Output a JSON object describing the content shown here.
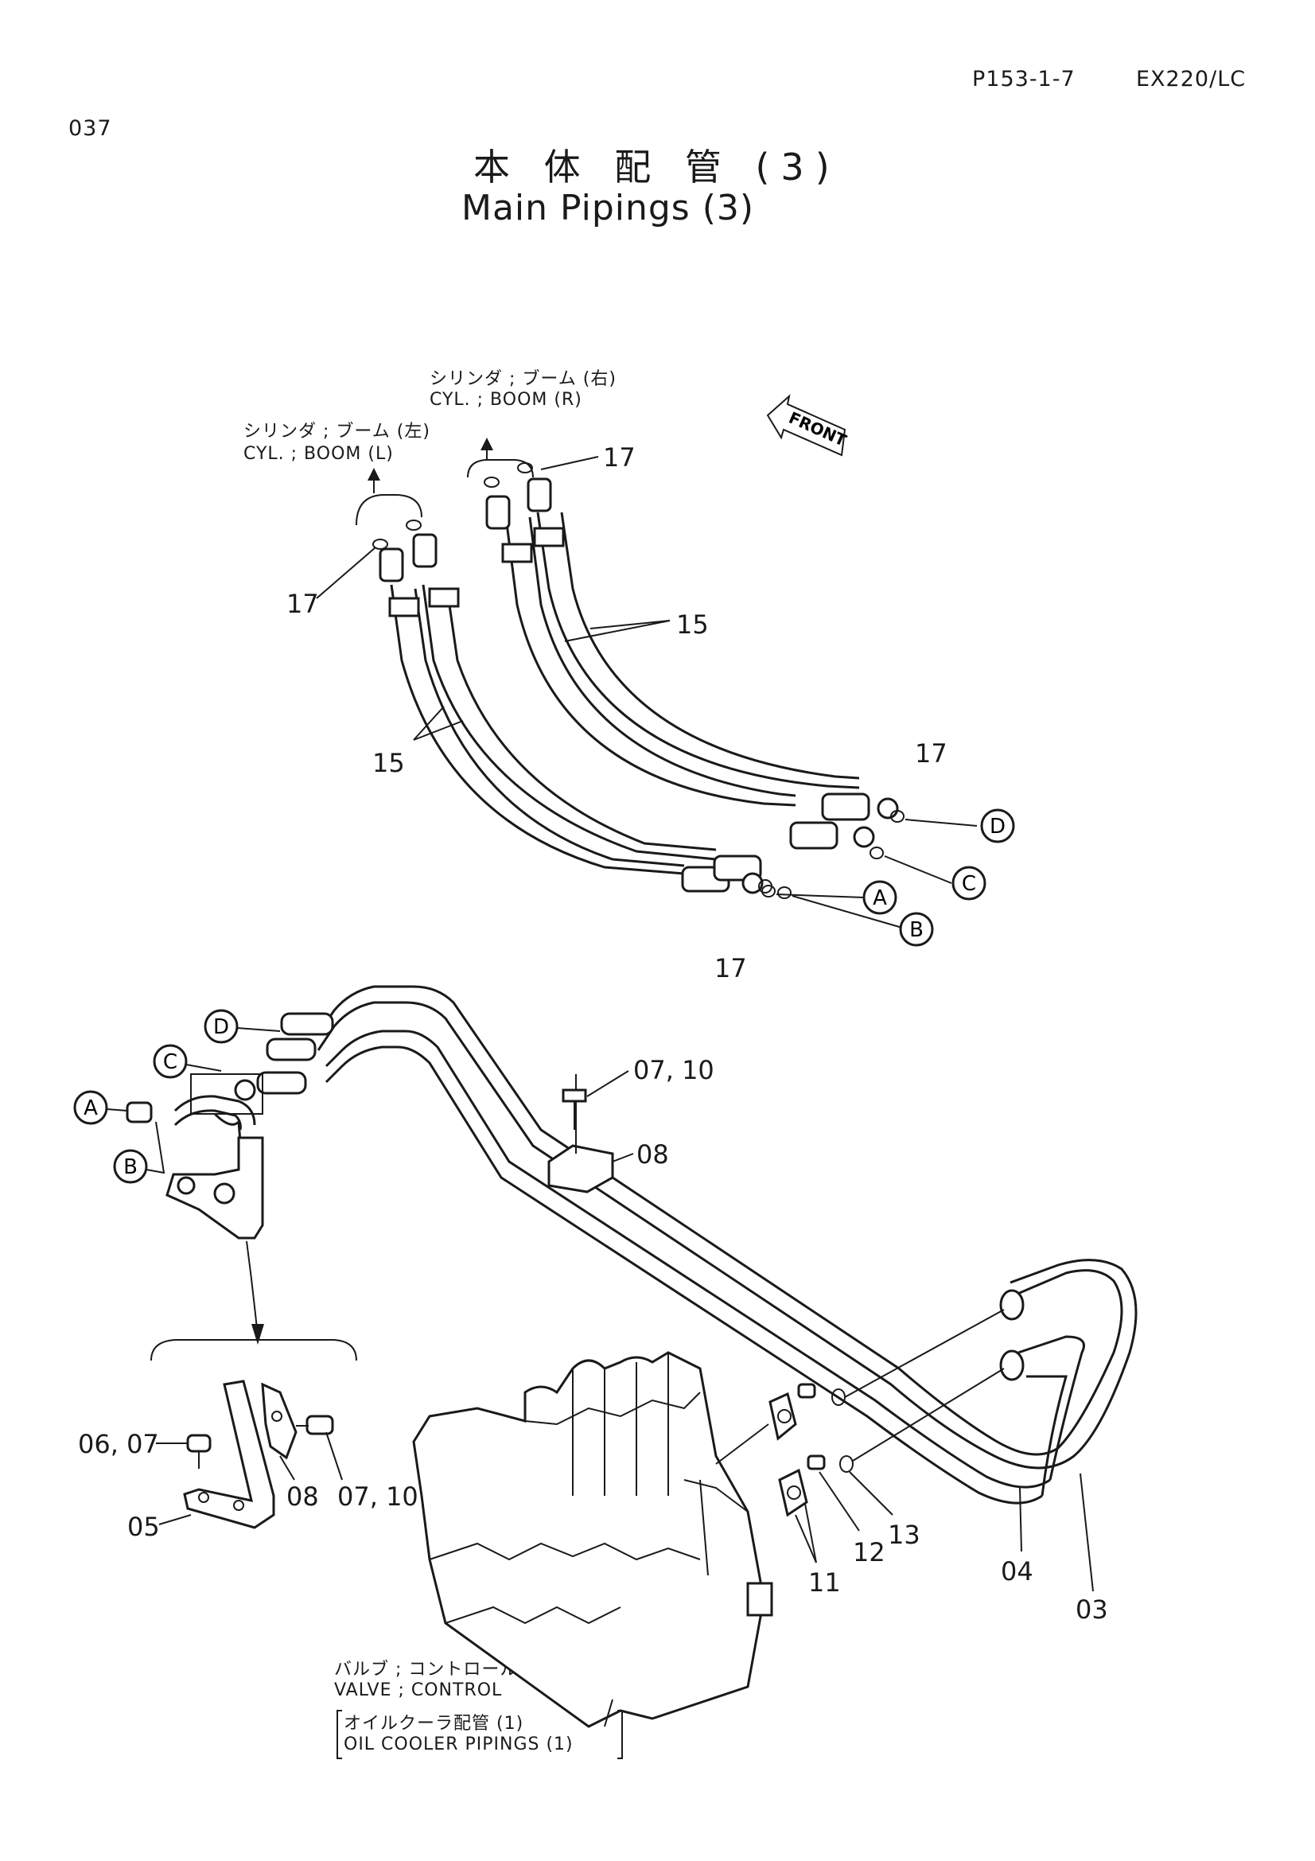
{
  "header": {
    "page_code": "P153-1-7",
    "model": "EX220/LC",
    "page_number": "037"
  },
  "title": {
    "japanese": "本 体 配 管 (3)",
    "english": "Main Pipings (3)"
  },
  "labels": {
    "boom_right_jp": "シリンダ ; ブーム (右)",
    "boom_right_en": "CYL. ; BOOM (R)",
    "boom_left_jp": "シリンダ ; ブーム (左)",
    "boom_left_en": "CYL. ; BOOM (L)",
    "front": "FRONT",
    "valve_jp": "バルブ ; コントロール",
    "valve_en": "VALVE ; CONTROL",
    "oil_cooler_jp": "オイルクーラ配管 (1)",
    "oil_cooler_en": "OIL COOLER PIPINGS (1)"
  },
  "connection_letters": {
    "a": "A",
    "b": "B",
    "c": "C",
    "d": "D"
  },
  "callouts": {
    "c17_top": "17",
    "c17_left": "17",
    "c15_right": "15",
    "c15_left": "15",
    "c17_right": "17",
    "c17_bottom": "17",
    "c07_10_top": "07, 10",
    "c08_top": "08",
    "c06_07": "06, 07",
    "c08_detail": "08",
    "c07_10_detail": "07, 10",
    "c05": "05",
    "c11": "11",
    "c12": "12",
    "c13": "13",
    "c04": "04",
    "c03": "03"
  }
}
